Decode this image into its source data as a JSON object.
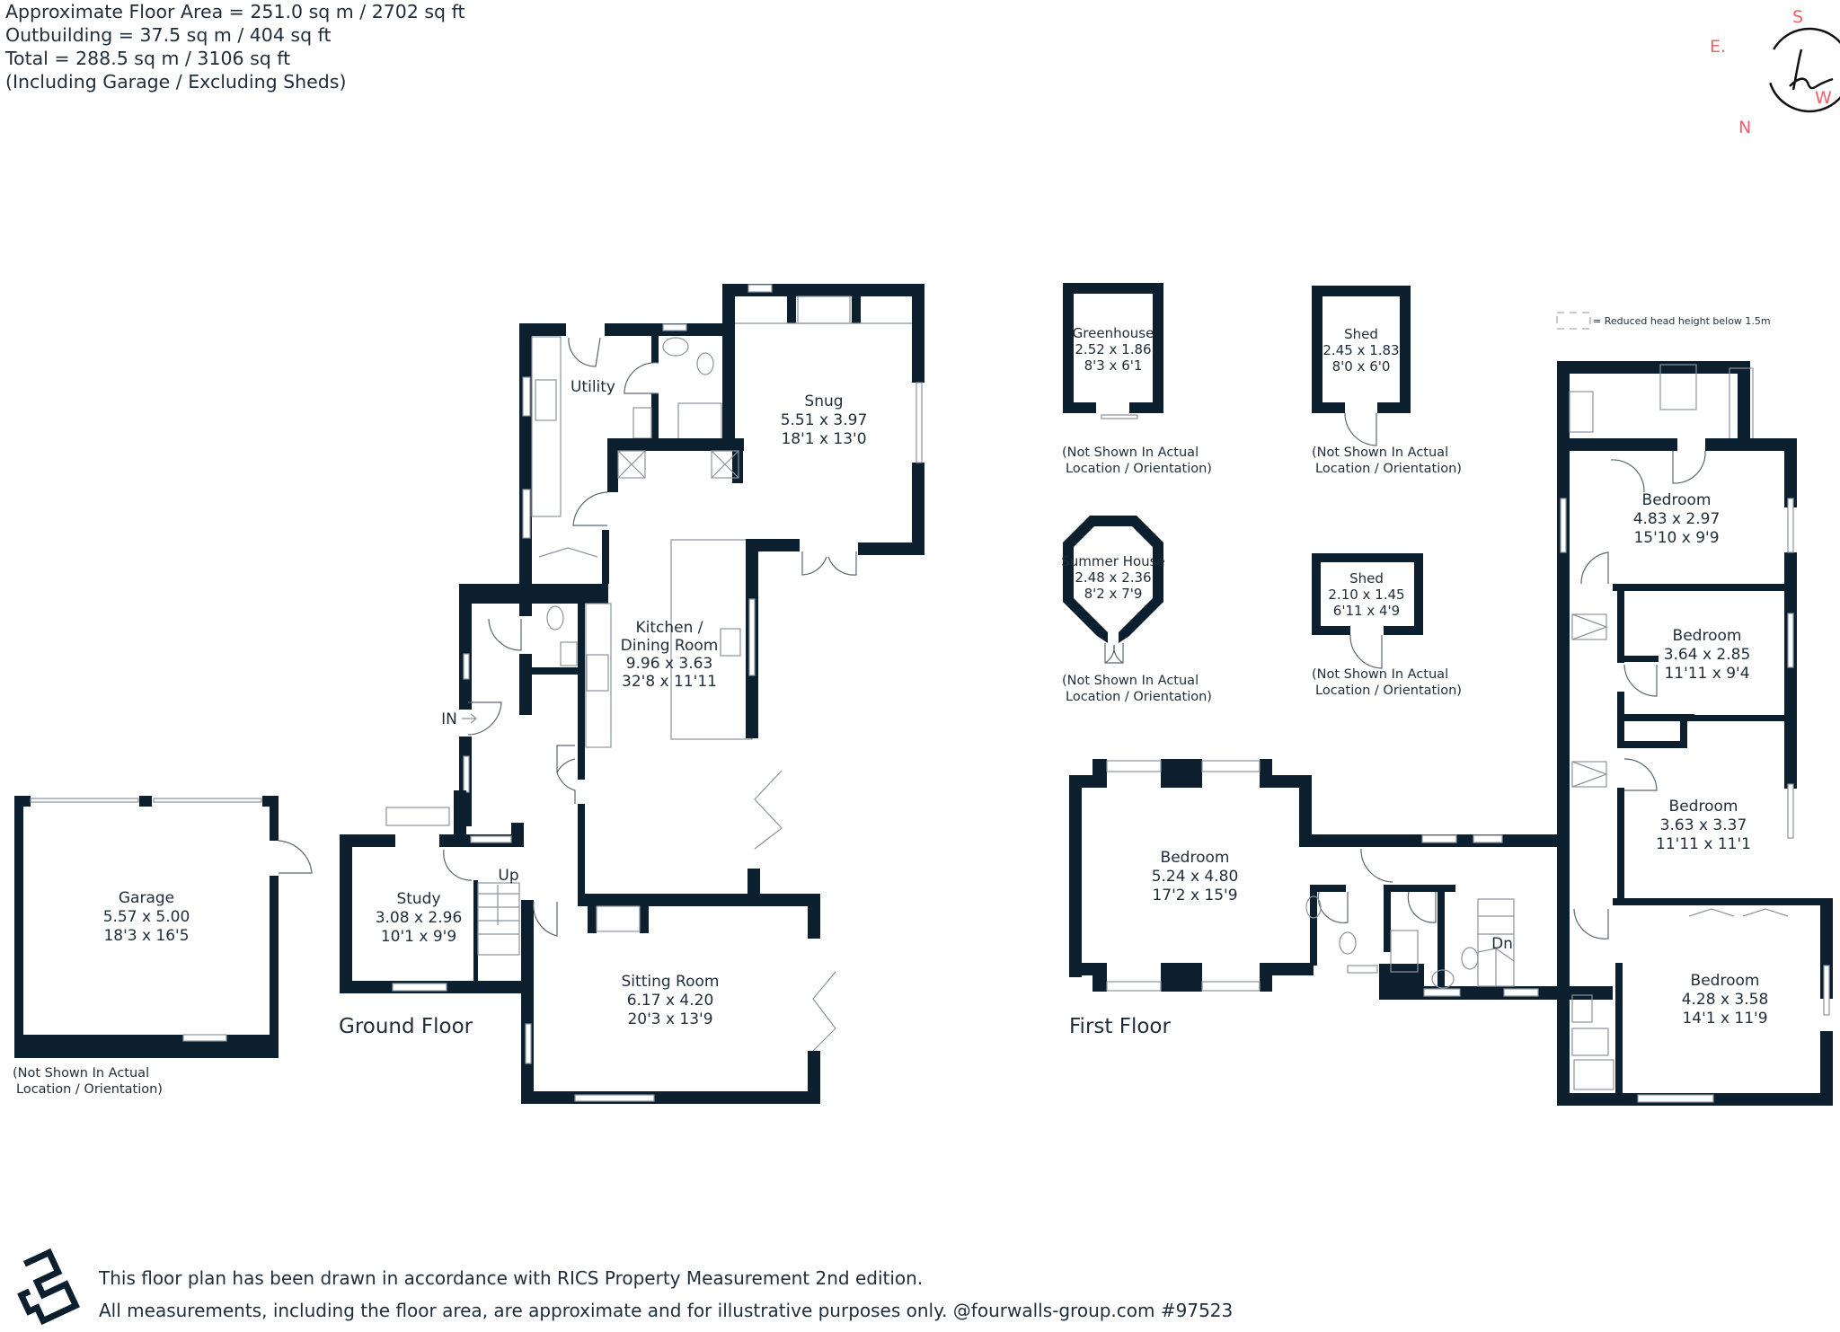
{
  "summary": {
    "floor_area": "Approximate Floor Area = 251.0 sq m / 2702 sq ft",
    "outbuilding": "Outbuilding = 37.5 sq m / 404 sq ft",
    "total": "Total = 288.5 sq m / 3106 sq ft",
    "note": "(Including Garage / Excluding Sheds)"
  },
  "compass": {
    "n": "N",
    "e": "E.",
    "s": "S",
    "w": "W",
    "logo": "h-signature-logo",
    "accent": "#f0606a"
  },
  "colors": {
    "wall": "#0b1f2e",
    "text": "#1f2d3a",
    "fixture": "#8a949c"
  },
  "legend": {
    "text": "= Reduced head height below 1.5m"
  },
  "ground_floor": {
    "label": "Ground Floor",
    "entrance": "IN",
    "stairs": "Up",
    "rooms": {
      "utility": {
        "name": "Utility"
      },
      "snug": {
        "name": "Snug",
        "metric": "5.51 x 3.97",
        "imperial": "18'1 x 13'0"
      },
      "kitchen": {
        "name1": "Kitchen /",
        "name2": "Dining Room",
        "metric": "9.96 x 3.63",
        "imperial": "32'8 x 11'11"
      },
      "study": {
        "name": "Study",
        "metric": "3.08 x 2.96",
        "imperial": "10'1 x 9'9"
      },
      "sitting": {
        "name": "Sitting Room",
        "metric": "6.17 x 4.20",
        "imperial": "20'3 x 13'9"
      }
    }
  },
  "garage": {
    "name": "Garage",
    "metric": "5.57 x 5.00",
    "imperial": "18'3 x 16'5",
    "note1": "(Not Shown In Actual",
    "note2": "Location / Orientation)"
  },
  "outbuildings": {
    "greenhouse": {
      "name": "Greenhouse",
      "metric": "2.52 x 1.86",
      "imperial": "8'3 x 6'1",
      "note1": "(Not Shown In Actual",
      "note2": "Location / Orientation)"
    },
    "shed1": {
      "name": "Shed",
      "metric": "2.45 x 1.83",
      "imperial": "8'0 x 6'0",
      "note1": "(Not Shown In Actual",
      "note2": "Location / Orientation)"
    },
    "summer_house": {
      "name": "Summer House",
      "metric": "2.48 x 2.36",
      "imperial": "8'2 x 7'9",
      "note1": "(Not Shown In Actual",
      "note2": "Location / Orientation)"
    },
    "shed2": {
      "name": "Shed",
      "metric": "2.10 x 1.45",
      "imperial": "6'11 x 4'9",
      "note1": "(Not Shown In Actual",
      "note2": "Location / Orientation)"
    }
  },
  "first_floor": {
    "label": "First Floor",
    "stairs": "Dn",
    "rooms": {
      "bedroom_large": {
        "name": "Bedroom",
        "metric": "5.24 x 4.80",
        "imperial": "17'2 x 15'9"
      },
      "bedroom_1": {
        "name": "Bedroom",
        "metric": "4.83 x 2.97",
        "imperial": "15'10 x 9'9"
      },
      "bedroom_2": {
        "name": "Bedroom",
        "metric": "3.64 x 2.85",
        "imperial": "11'11 x 9'4"
      },
      "bedroom_3": {
        "name": "Bedroom",
        "metric": "3.63 x 3.37",
        "imperial": "11'11 x 11'1"
      },
      "bedroom_4": {
        "name": "Bedroom",
        "metric": "4.28 x 3.58",
        "imperial": "14'1 x 11'9"
      }
    }
  },
  "footer": {
    "line1": "This floor plan has been drawn in accordance with RICS Property Measurement 2nd edition.",
    "line2": "All measurements, including the floor area, are approximate and for illustrative purposes only. @fourwalls-group.com #97523",
    "logo": "fourwalls-logo"
  }
}
